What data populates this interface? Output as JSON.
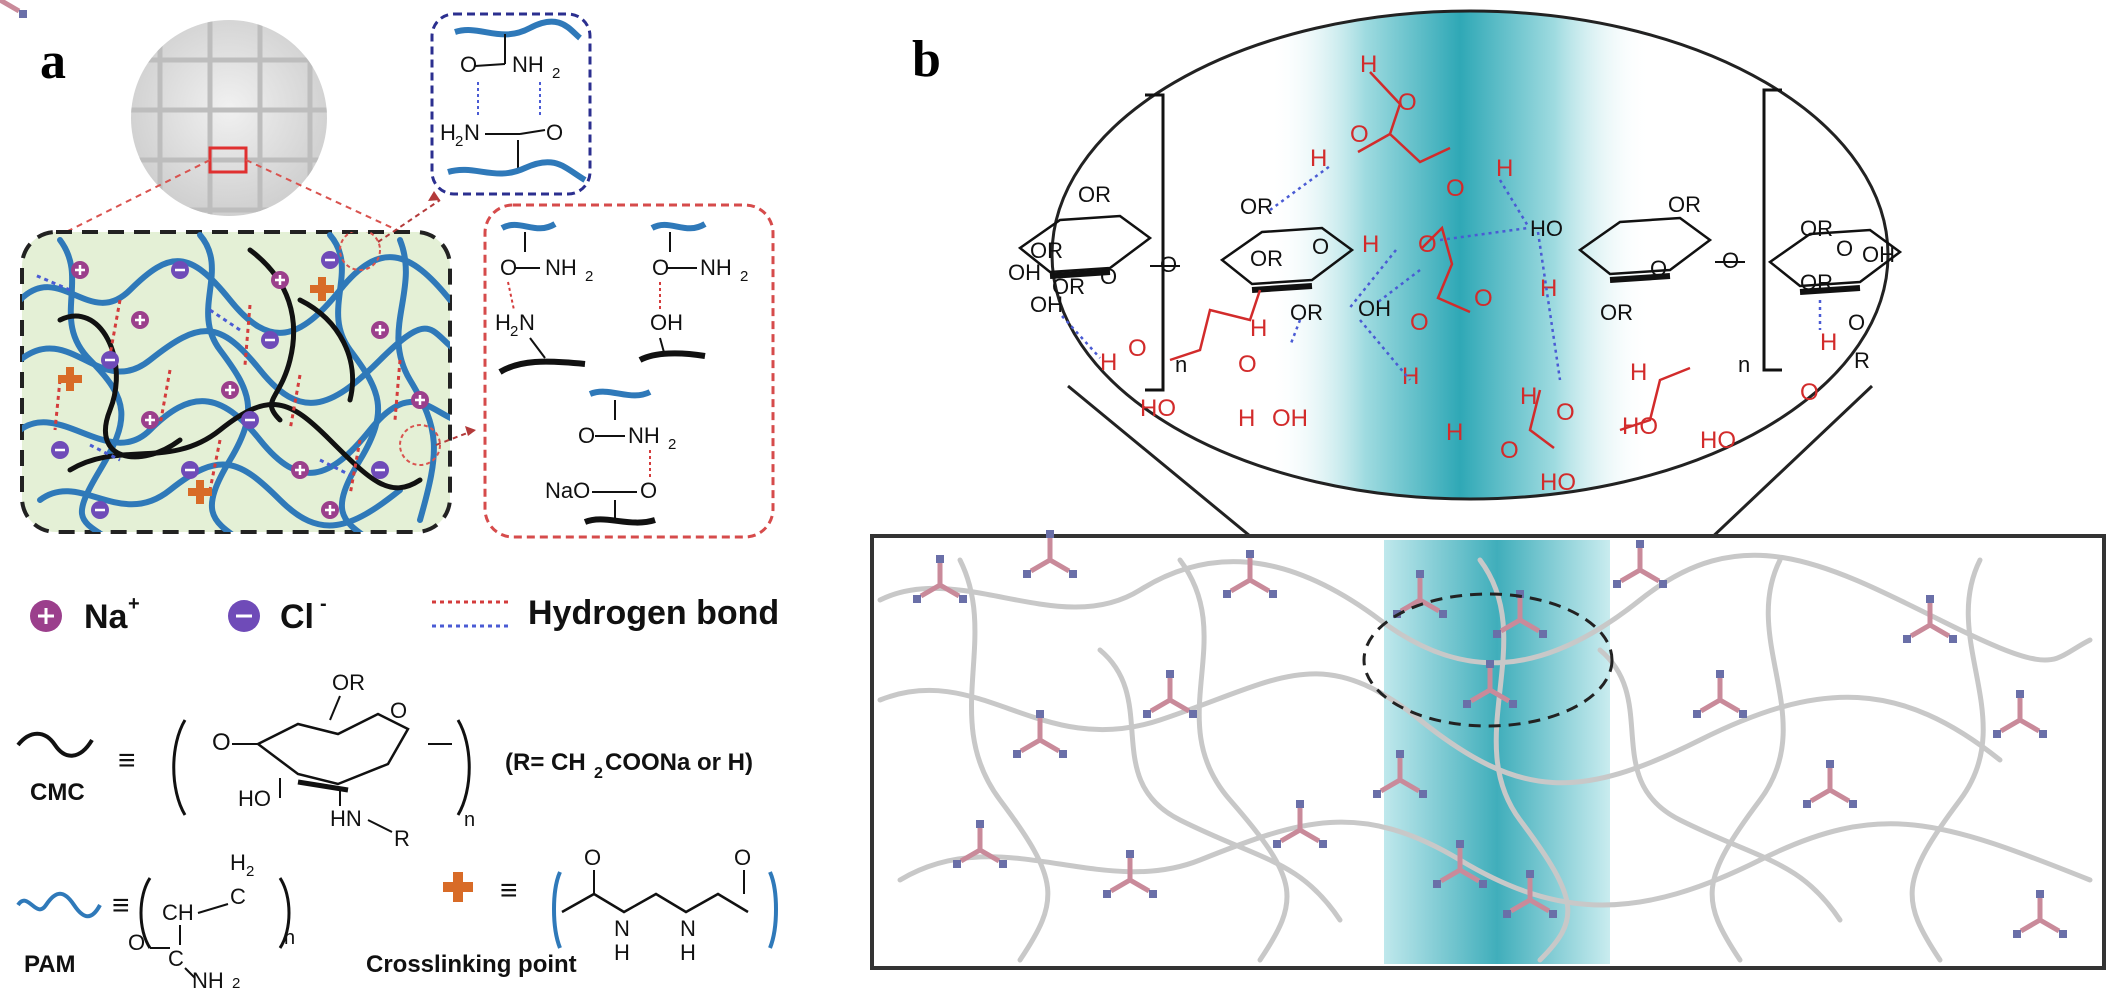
{
  "panels": {
    "a": "a",
    "b": "b"
  },
  "legend": {
    "na_symbol": "+",
    "na_label": "Na",
    "na_sup": "+",
    "cl_symbol": "−",
    "cl_label": "Cl",
    "cl_sup": "-",
    "hbond_label": "Hydrogen bond",
    "equiv": "≡",
    "cmc_label": "CMC",
    "cmc_r_note": "(R= CH",
    "cmc_r_note_sub": "2",
    "cmc_r_note_end": "COONa or H)",
    "pam_label": "PAM",
    "crosslink_label": "Crosslinking point"
  },
  "chem_a": {
    "nh2": "NH",
    "sub2": "2",
    "h2n": "H",
    "n": "N",
    "o": "O",
    "oh": "OH",
    "nao": "NaO",
    "or": "OR",
    "ho": "HO",
    "hn": "HN",
    "r": "R",
    "ch": "CH",
    "h2": "H",
    "n_sub": "n",
    "h": "H"
  },
  "chem_b": {
    "or": "OR",
    "o": "O",
    "oh": "OH",
    "ho": "HO",
    "h": "H",
    "n_sub": "n",
    "r": "R"
  },
  "colors": {
    "pam_blue": "#2f79b9",
    "hbond_red": "#d43c3c",
    "hbond_blue": "#4a5bd4",
    "na_purple": "#9b3f8c",
    "cl_purple": "#6f4bb8",
    "cross_orange": "#d86b27",
    "gel_bg": "#e4f0d6",
    "teal_band": "#3bb3bf",
    "red_box": "#d64b4b",
    "navy_box": "#2b2f8f"
  },
  "icons": [
    "na-ion-icon",
    "cl-ion-icon",
    "crosslink-cross-icon",
    "cmc-chain-icon",
    "pam-chain-icon",
    "microscope-photo"
  ]
}
